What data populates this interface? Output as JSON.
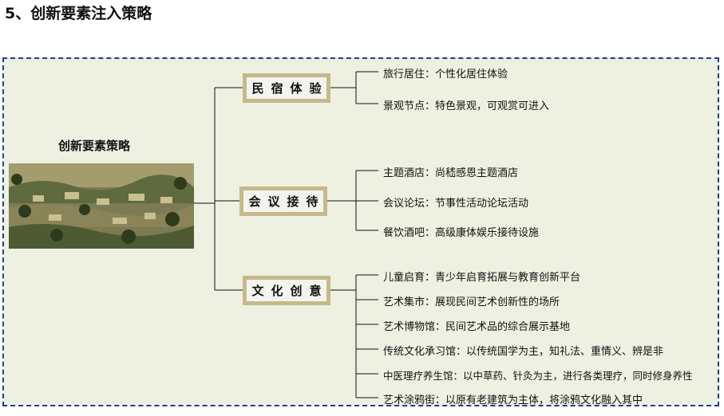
{
  "title": "5、创新要素注入策略",
  "root": {
    "label": "创新要素策略"
  },
  "branches": [
    {
      "label": "民宿体验",
      "items": [
        "旅行居住：个性化居住体验",
        "景观节点：特色景观，可观赏可进入"
      ]
    },
    {
      "label": "会议接待",
      "items": [
        "主题酒店：尚嵇感恩主题酒店",
        "会议论坛：节事性活动论坛活动",
        "餐饮酒吧：高级康体娱乐接待设施"
      ]
    },
    {
      "label": "文化创意",
      "items": [
        "儿童启育：青少年启育拓展与教育创新平台",
        "艺术集市：展现民间艺术创新性的场所",
        "艺术博物馆：民间艺术品的综合展示基地",
        "传统文化承习馆：以传统国学为主，知礼法、重情义、辨是非",
        "中医理疗养生馆：以中草药、针灸为主，进行各类理疗，同时修身养性",
        "艺术涂鸦街：以原有老建筑为主体，将涂鸦文化融入其中"
      ]
    }
  ],
  "colors": {
    "panel_bg": "#eef0e1",
    "panel_border": "#1f3d8a",
    "node_border": "#c5b98c"
  }
}
